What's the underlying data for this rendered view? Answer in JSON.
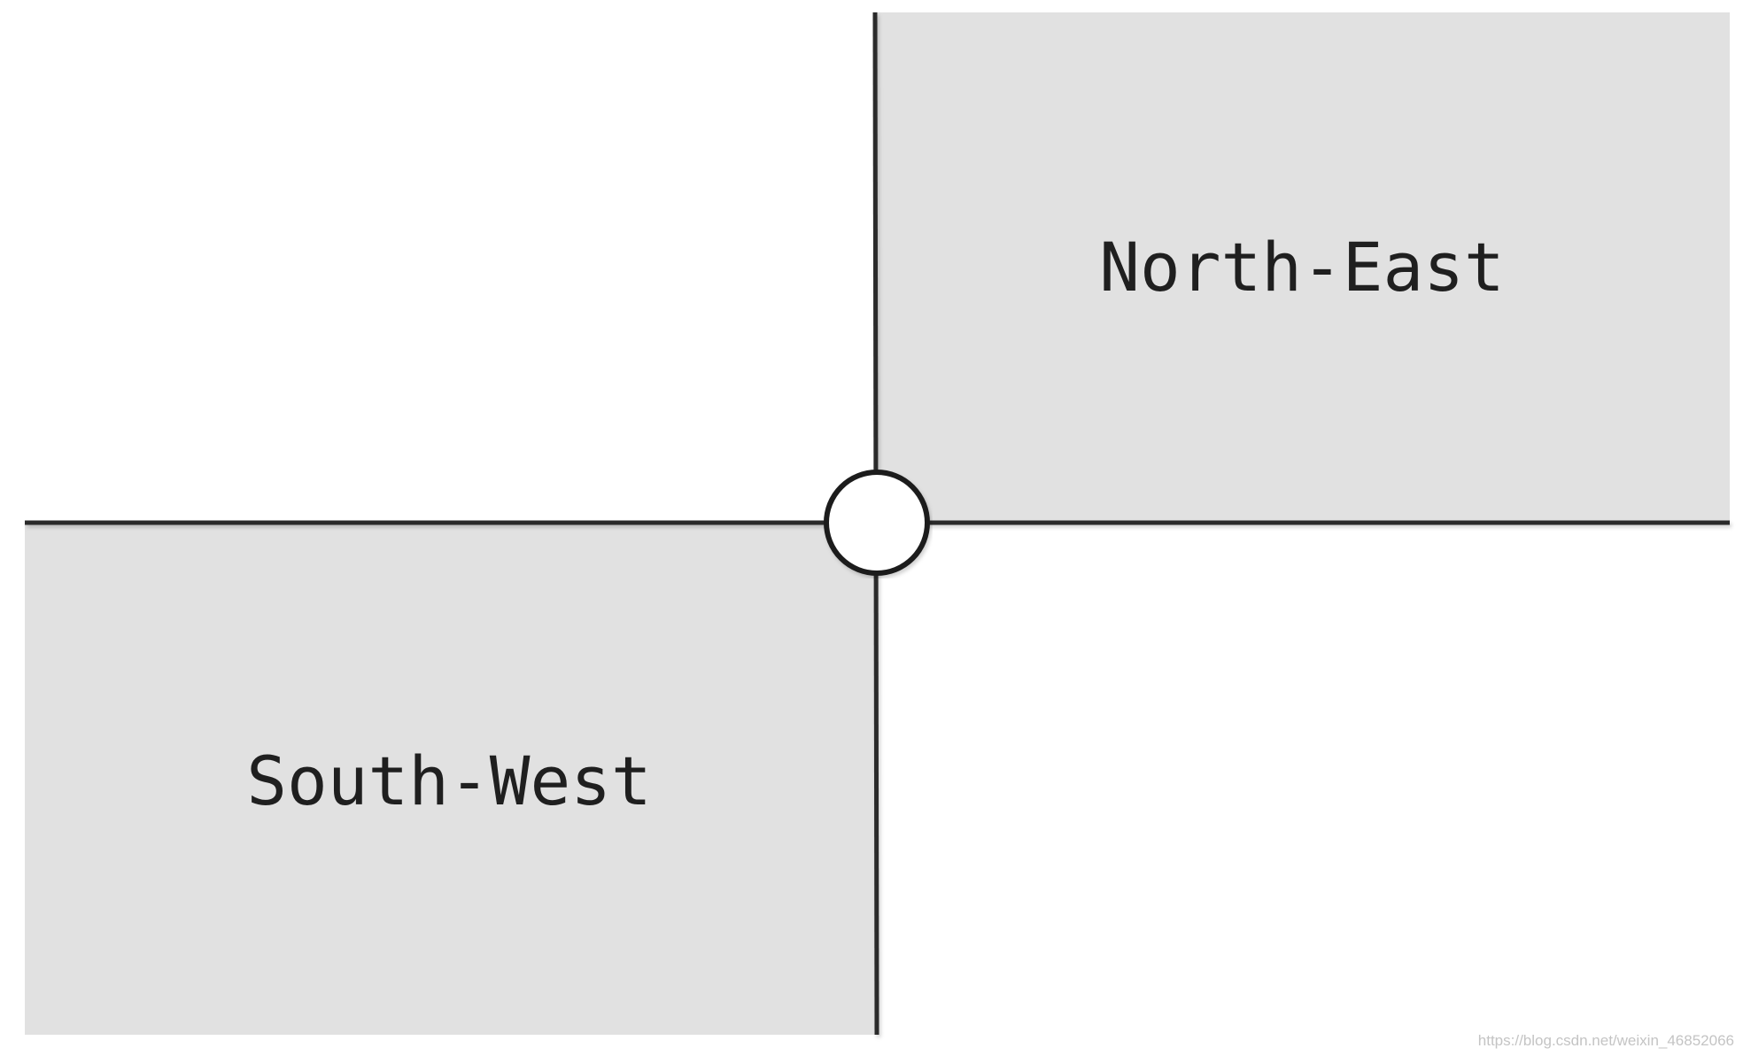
{
  "quadrants": {
    "north_east": {
      "label": "North-East",
      "fill": "#e1e1e1"
    },
    "south_west": {
      "label": "South-West",
      "fill": "#e1e1e1"
    }
  },
  "lines": {
    "stroke": "#2b2b2b"
  },
  "origin_marker": {
    "fill": "#ffffff",
    "stroke": "#1f1f1f"
  },
  "watermark": {
    "text": "https://blog.csdn.net/weixin_46852066"
  }
}
